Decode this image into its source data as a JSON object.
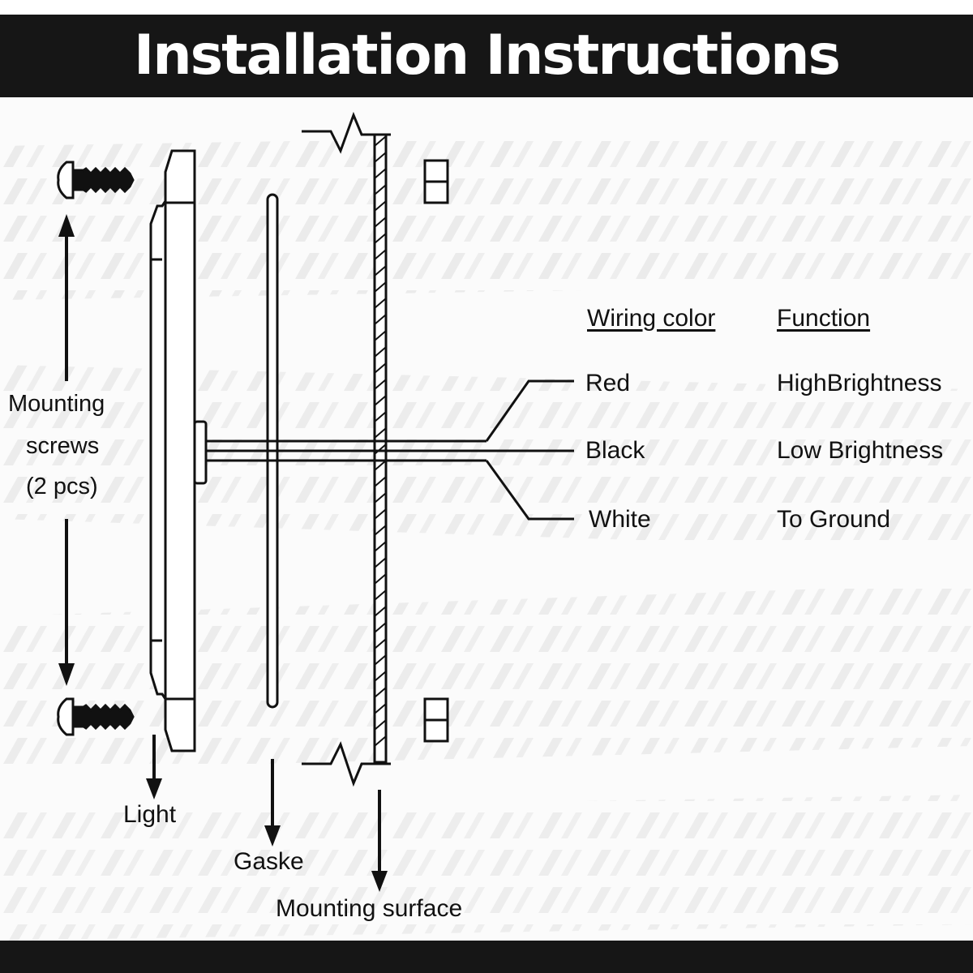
{
  "header": {
    "title": "Installation Instructions"
  },
  "parts": {
    "screws": {
      "label_lines": [
        "Mounting",
        "screws",
        "(2 pcs)"
      ]
    },
    "light": {
      "label": "Light"
    },
    "gasket": {
      "label": "Gaske"
    },
    "surface": {
      "label": "Mounting surface"
    }
  },
  "wiring": {
    "headers": {
      "color": "Wiring color",
      "function": "Function"
    },
    "rows": [
      {
        "color": "Red",
        "function": "HighBrightness"
      },
      {
        "color": "Black",
        "function": "Low Brightness"
      },
      {
        "color": "White",
        "function": "To Ground"
      }
    ]
  },
  "colors": {
    "bars": "#161616",
    "lines": "#111111",
    "background_pattern": "#e6e6e6"
  }
}
